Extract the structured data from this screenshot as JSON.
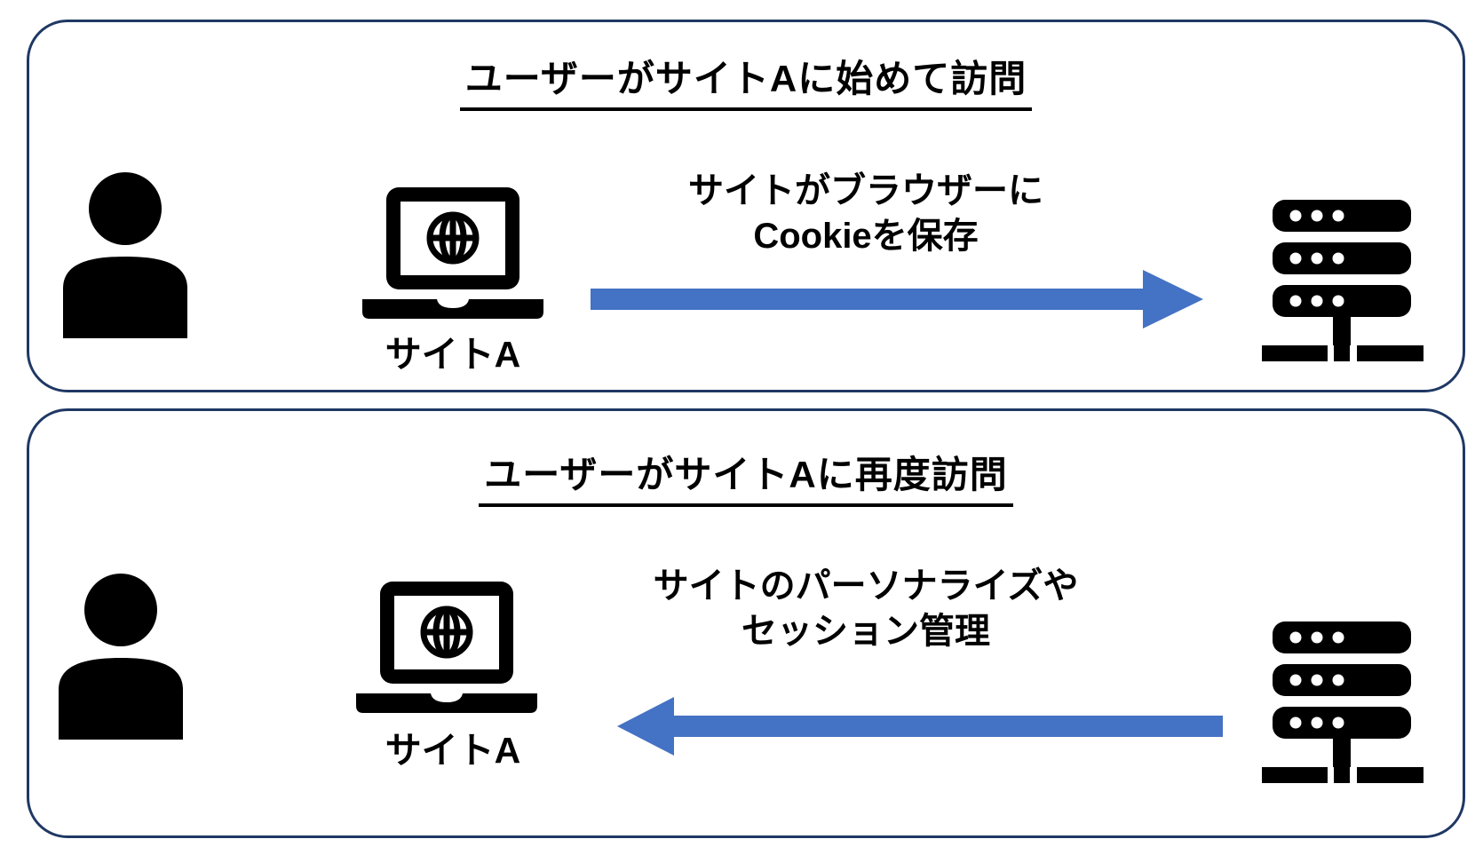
{
  "colors": {
    "panel_border": "#1F3864",
    "arrow_blue": "#4472C4",
    "icon_black": "#000000",
    "background": "#FFFFFF"
  },
  "panels": [
    {
      "title": "ユーザーがサイトAに始めて訪問",
      "user_icon": "user-silhouette-icon",
      "device": {
        "icon": "laptop-globe-icon",
        "label": "サイトA"
      },
      "server_icon": "server-rack-icon",
      "arrow": {
        "direction": "right",
        "label_line1": "サイトがブラウザーに",
        "label_line2": "Cookieを保存",
        "color": "#4472C4"
      }
    },
    {
      "title": "ユーザーがサイトAに再度訪問",
      "user_icon": "user-silhouette-icon",
      "device": {
        "icon": "laptop-globe-icon",
        "label": "サイトA"
      },
      "server_icon": "server-rack-icon",
      "arrow": {
        "direction": "left",
        "label_line1": "サイトのパーソナライズや",
        "label_line2": "セッション管理",
        "color": "#4472C4"
      }
    }
  ]
}
